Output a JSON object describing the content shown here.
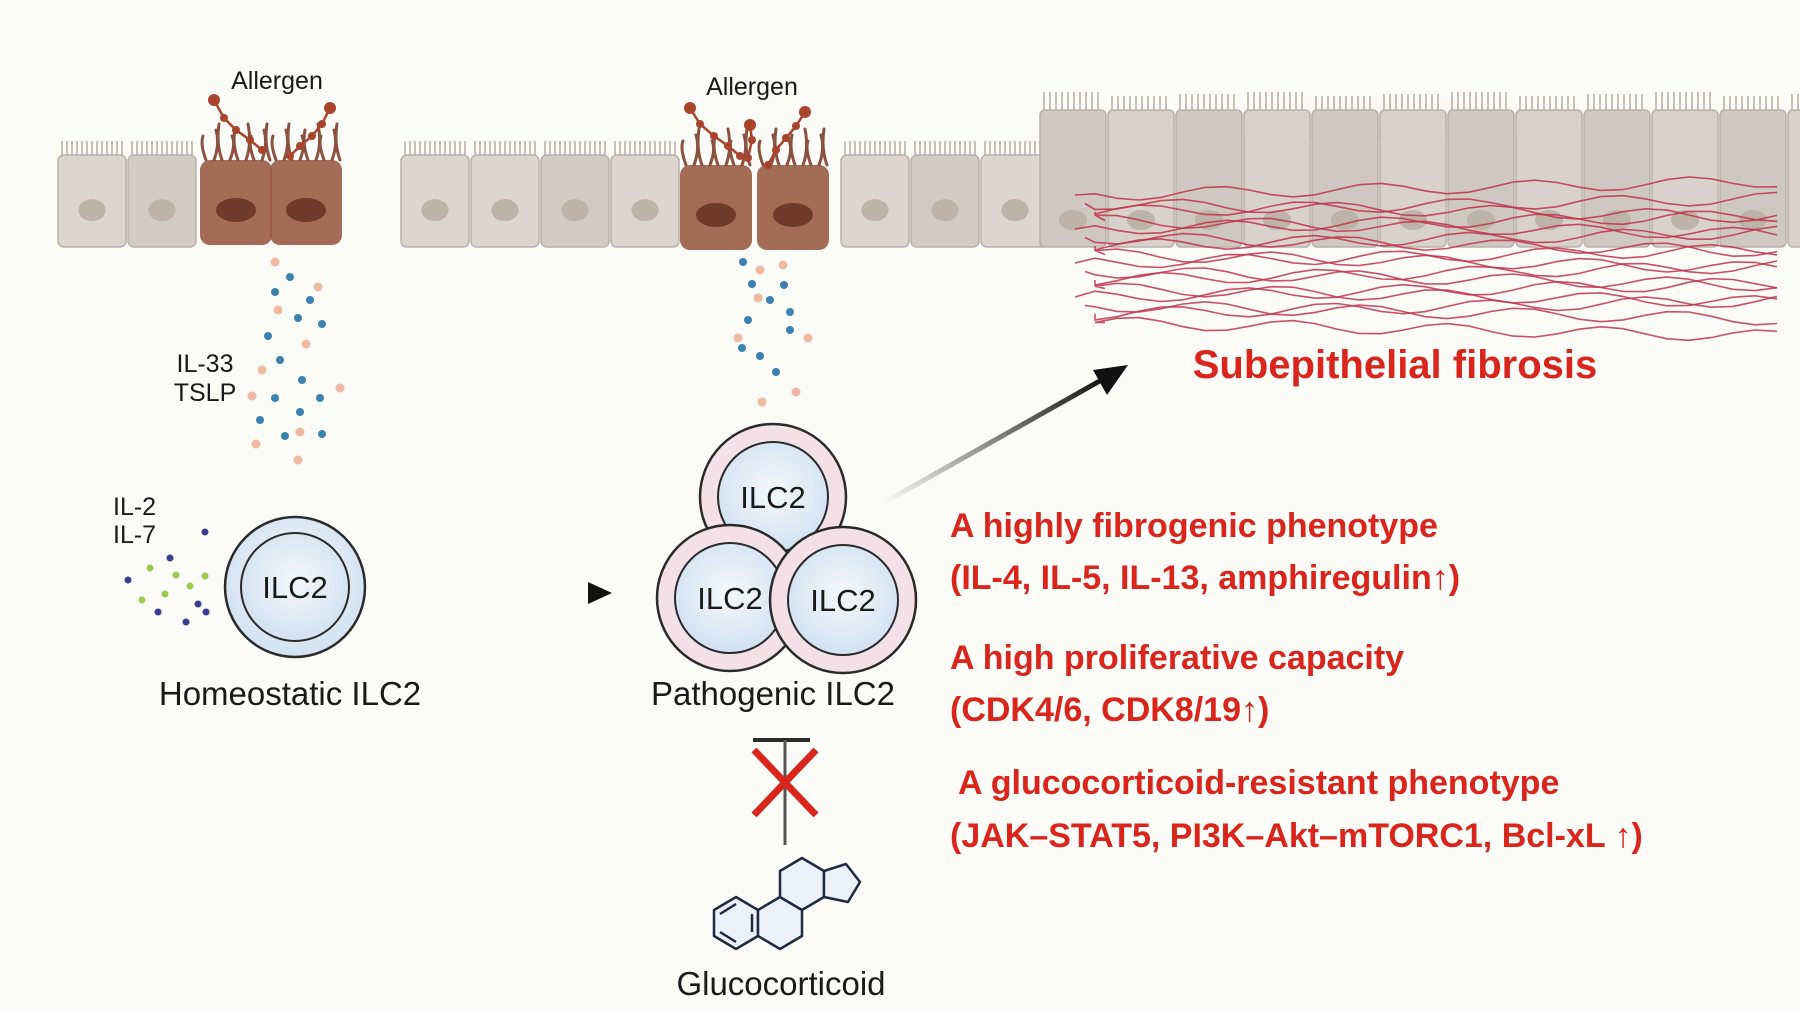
{
  "allergen_left": "Allergen",
  "allergen_mid": "Allergen",
  "cytokines_upper": [
    "IL-33",
    "TSLP"
  ],
  "cytokines_lower": [
    "IL-2",
    "IL-7"
  ],
  "cell_label": "ILC2",
  "homeostatic_label": "Homeostatic ILC2",
  "pathogenic_label": "Pathogenic ILC2",
  "glucocorticoid_label": "Glucocorticoid",
  "fibrosis_label": "Subepithelial fibrosis",
  "phenotypes": [
    {
      "title": "A highly fibrogenic phenotype",
      "detail": "(IL-4, IL-5, IL-13, amphiregulin↑)"
    },
    {
      "title": "A high proliferative capacity",
      "detail": "(CDK4/6, CDK8/19↑)"
    },
    {
      "title": "A glucocorticoid-resistant phenotype",
      "detail": "(JAK–STAT5, PI3K–Akt–mTORC1, Bcl-xL ↑)"
    }
  ],
  "colors": {
    "epithelium": "#dcd6cf",
    "epithelium_thick": "#d2ccc6",
    "damaged_cell": "#9a5c45",
    "allergen": "#a8432c",
    "fibrosis": "#c0324a",
    "cytokine_blue": "#3b82b0",
    "cytokine_peach": "#efb9a4",
    "cytokine_green": "#9ccb52",
    "cytokine_navy": "#3a3f8f",
    "cell_fill": "#dfeaf5",
    "cell_ring_pink": "#f2dbe4",
    "accent_red": "#d9251c"
  }
}
